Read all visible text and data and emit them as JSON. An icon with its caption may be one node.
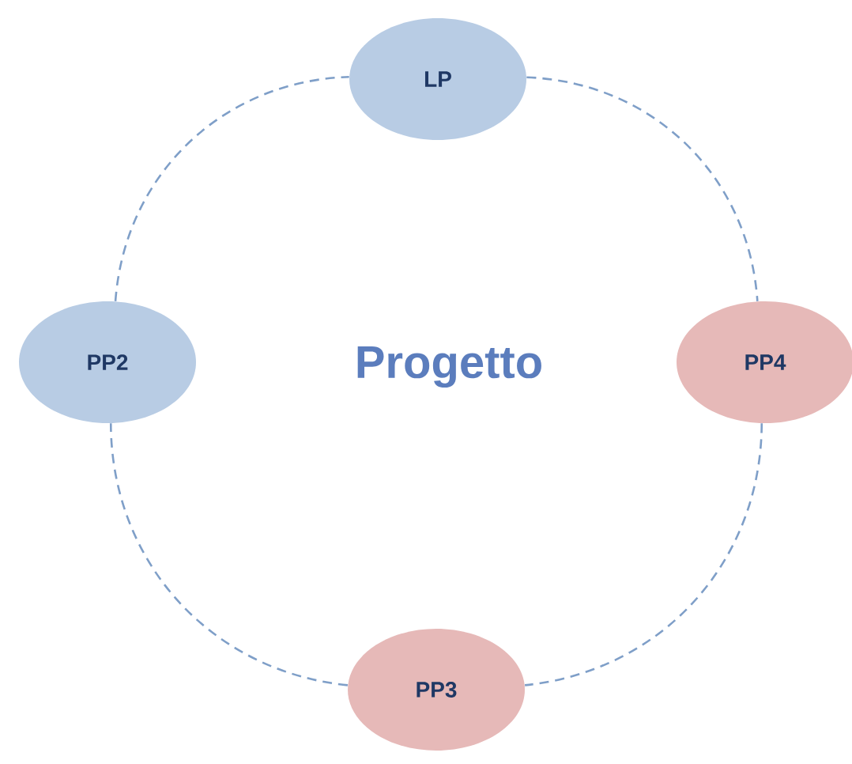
{
  "diagram": {
    "nodes": [
      {
        "text": [
          "LP"
        ]
      },
      {
        "text": [
          "PP2"
        ]
      },
      {
        "text": [
          "PP4"
        ]
      },
      {
        "text": [
          "PP3"
        ]
      }
    ],
    "edges": [
      {
        "from": 0,
        "to": 2,
        "arrow": "none",
        "style": "dashed"
      },
      {
        "from": 2,
        "to": 3,
        "arrow": "none",
        "style": "dashed"
      },
      {
        "from": 3,
        "to": 1,
        "arrow": "none",
        "style": "dashed"
      },
      {
        "from": 1,
        "to": 0,
        "arrow": "none",
        "style": "dashed"
      }
    ],
    "labels": [
      "Progetto"
    ]
  }
}
